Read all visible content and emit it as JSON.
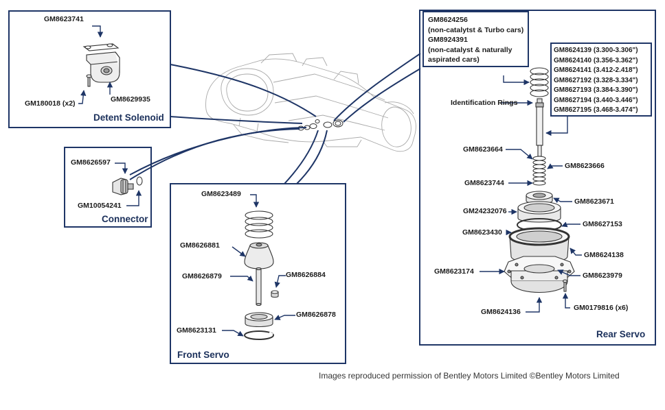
{
  "colors": {
    "frame": "#1e3566",
    "arrow": "#1e3566",
    "title": "#1a2f5a",
    "drawing": "#555555"
  },
  "panels": {
    "detent": {
      "title": "Detent Solenoid",
      "labels": {
        "top": "GM8623741",
        "bolt": "GM180018 (x2)",
        "body": "GM8629935"
      }
    },
    "connector": {
      "title": "Connector",
      "labels": {
        "plug": "GM8626597",
        "ring": "GM10054241"
      }
    },
    "front": {
      "title": "Front Servo",
      "labels": {
        "spring": "GM8623489",
        "cup": "GM8626881",
        "pin": "GM8626879",
        "retainer": "GM8626884",
        "piston": "GM8626878",
        "snap": "GM8623131"
      }
    },
    "rear": {
      "title": "Rear Servo",
      "callout_lines": [
        "GM8624256",
        "(non-catalytst & Turbo cars)",
        "GM8924391",
        "(non-catalyst & naturally",
        "aspirated cars)"
      ],
      "pin_lines": [
        "GM8624139 (3.300-3.306\")",
        "GM8624140 (3.356-3.362\")",
        "GM8624141 (3.412-2.418\")",
        "GM8627192 (3.328-3.334\")",
        "GM8627193 (3.384-3.390\")",
        "GM8627194 (3.440-3.446\")",
        "GM8627195 (3.468-3.474\")"
      ],
      "labels": {
        "rings": "Identification Rings",
        "l1": "GM8623664",
        "l2": "GM8623666",
        "l3": "GM8623744",
        "l4": "GM8623671",
        "l5": "GM24232076",
        "l6": "GM8627153",
        "l7": "GM8623430",
        "l8": "GM8624138",
        "l9": "GM8623174",
        "l10": "GM8623979",
        "l11": "GM8624136",
        "l12": "GM0179816 (x6)"
      }
    }
  },
  "credit": "Images reproduced permission of Bentley Motors Limited ©Bentley Motors Limited"
}
